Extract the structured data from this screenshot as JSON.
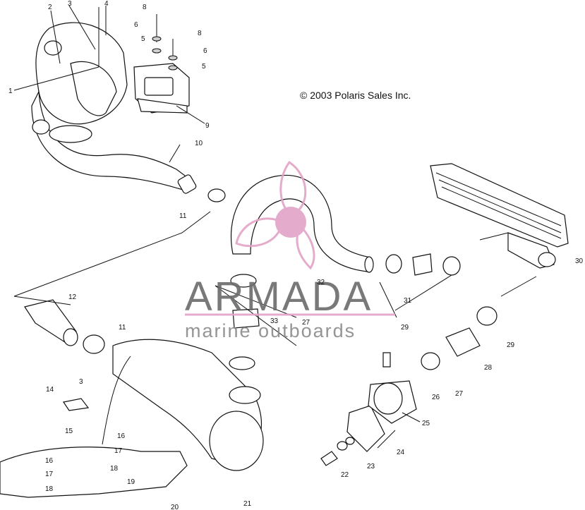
{
  "copyright": "© 2003 Polaris Sales Inc.",
  "watermark": {
    "brand": "ARMADA",
    "tagline": "marine outboards",
    "accent_color": "#e2a3c7",
    "text_color": "#6b6b6b"
  },
  "callouts": [
    "1",
    "2",
    "3",
    "4",
    "5",
    "5",
    "6",
    "6",
    "8",
    "8",
    "9",
    "10",
    "11",
    "11",
    "12",
    "3",
    "14",
    "15",
    "16",
    "16",
    "17",
    "17",
    "18",
    "18",
    "19",
    "20",
    "21",
    "22",
    "23",
    "24",
    "25",
    "26",
    "27",
    "28",
    "29",
    "29",
    "30",
    "31",
    "32",
    "33",
    "27"
  ]
}
